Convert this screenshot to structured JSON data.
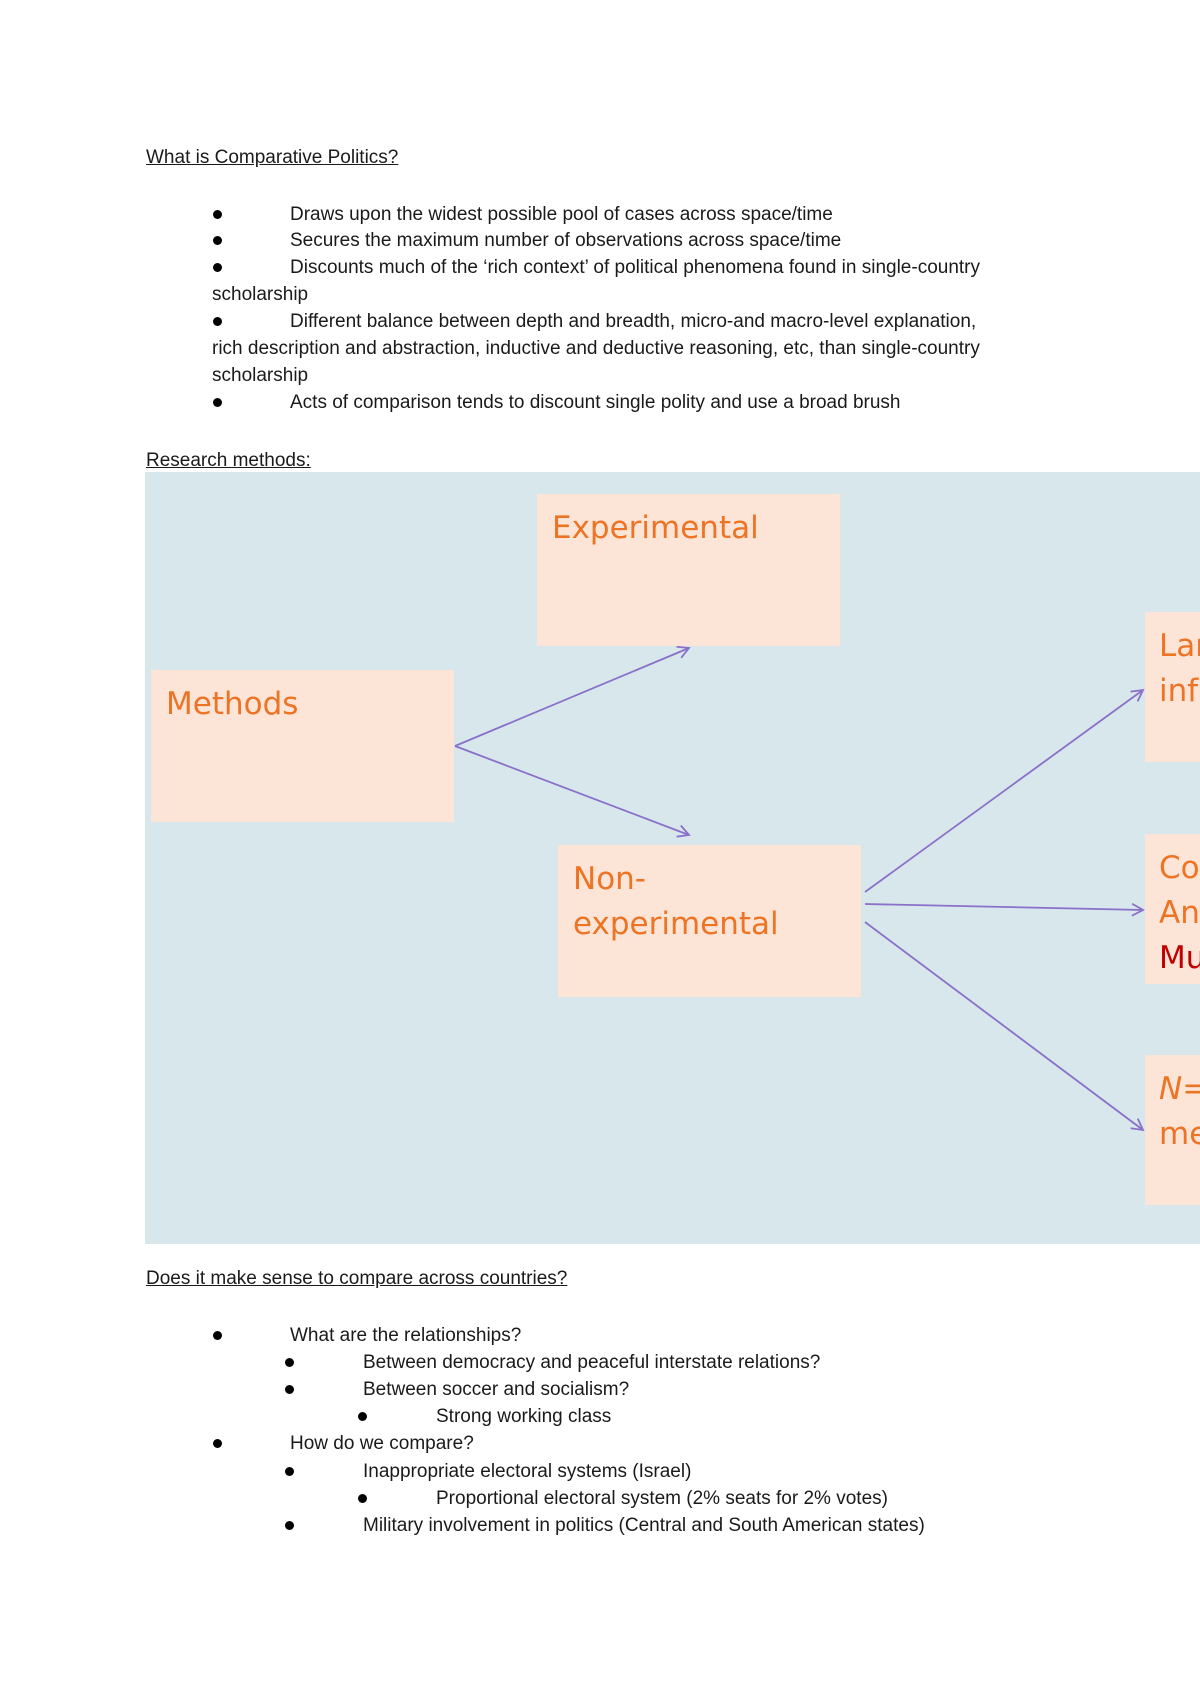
{
  "section1": {
    "heading": "What is Comparative Politics?",
    "bullets": {
      "b1": "Draws upon the widest possible pool of cases across space/time",
      "b2": "Secures the maximum number of observations across space/time",
      "b3_line1": "Discounts much of the ‘rich context’ of political phenomena found in single-country",
      "b3_line2": "scholarship",
      "b4_line1": "Different balance between depth and breadth, micro-and macro-level explanation,",
      "b4_line2": "rich description and abstraction, inductive and deductive reasoning, etc, than single-country",
      "b4_line3": "scholarship",
      "b5": "Acts of comparison tends to discount single polity and use a broad brush"
    }
  },
  "section2": {
    "heading": "Research methods:",
    "diagram": {
      "methods": "Methods",
      "experimental": "Experimental",
      "nonexp_line1": "Non-",
      "nonexp_line2": "experimental",
      "r1_line1": "Lar",
      "r1_line2": "inf",
      "r2_line1": "Co",
      "r2_line2": "An",
      "r2_line3": "Mu",
      "r3_line1_italic": "N",
      "r3_line1_rest": "=",
      "r3_line2": "me",
      "colors": {
        "background": "#d7e7eb",
        "box_fill": "#fce5d7",
        "box_text": "#ed7424",
        "accent_red": "#c00000",
        "arrow": "#8b6fc9"
      }
    }
  },
  "section3": {
    "heading": "Does it make sense to compare across countries?",
    "items": {
      "l1a": "What are the relationships?",
      "l2a": "Between democracy and peaceful interstate relations?",
      "l2b": "Between soccer and socialism?",
      "l3a": "Strong working class",
      "l1b": "How do we compare?",
      "l2c": "Inappropriate electoral systems (Israel)",
      "l3b": "Proportional electoral system (2% seats for 2% votes)",
      "l2d": "Military involvement in politics (Central and South American states)"
    }
  }
}
